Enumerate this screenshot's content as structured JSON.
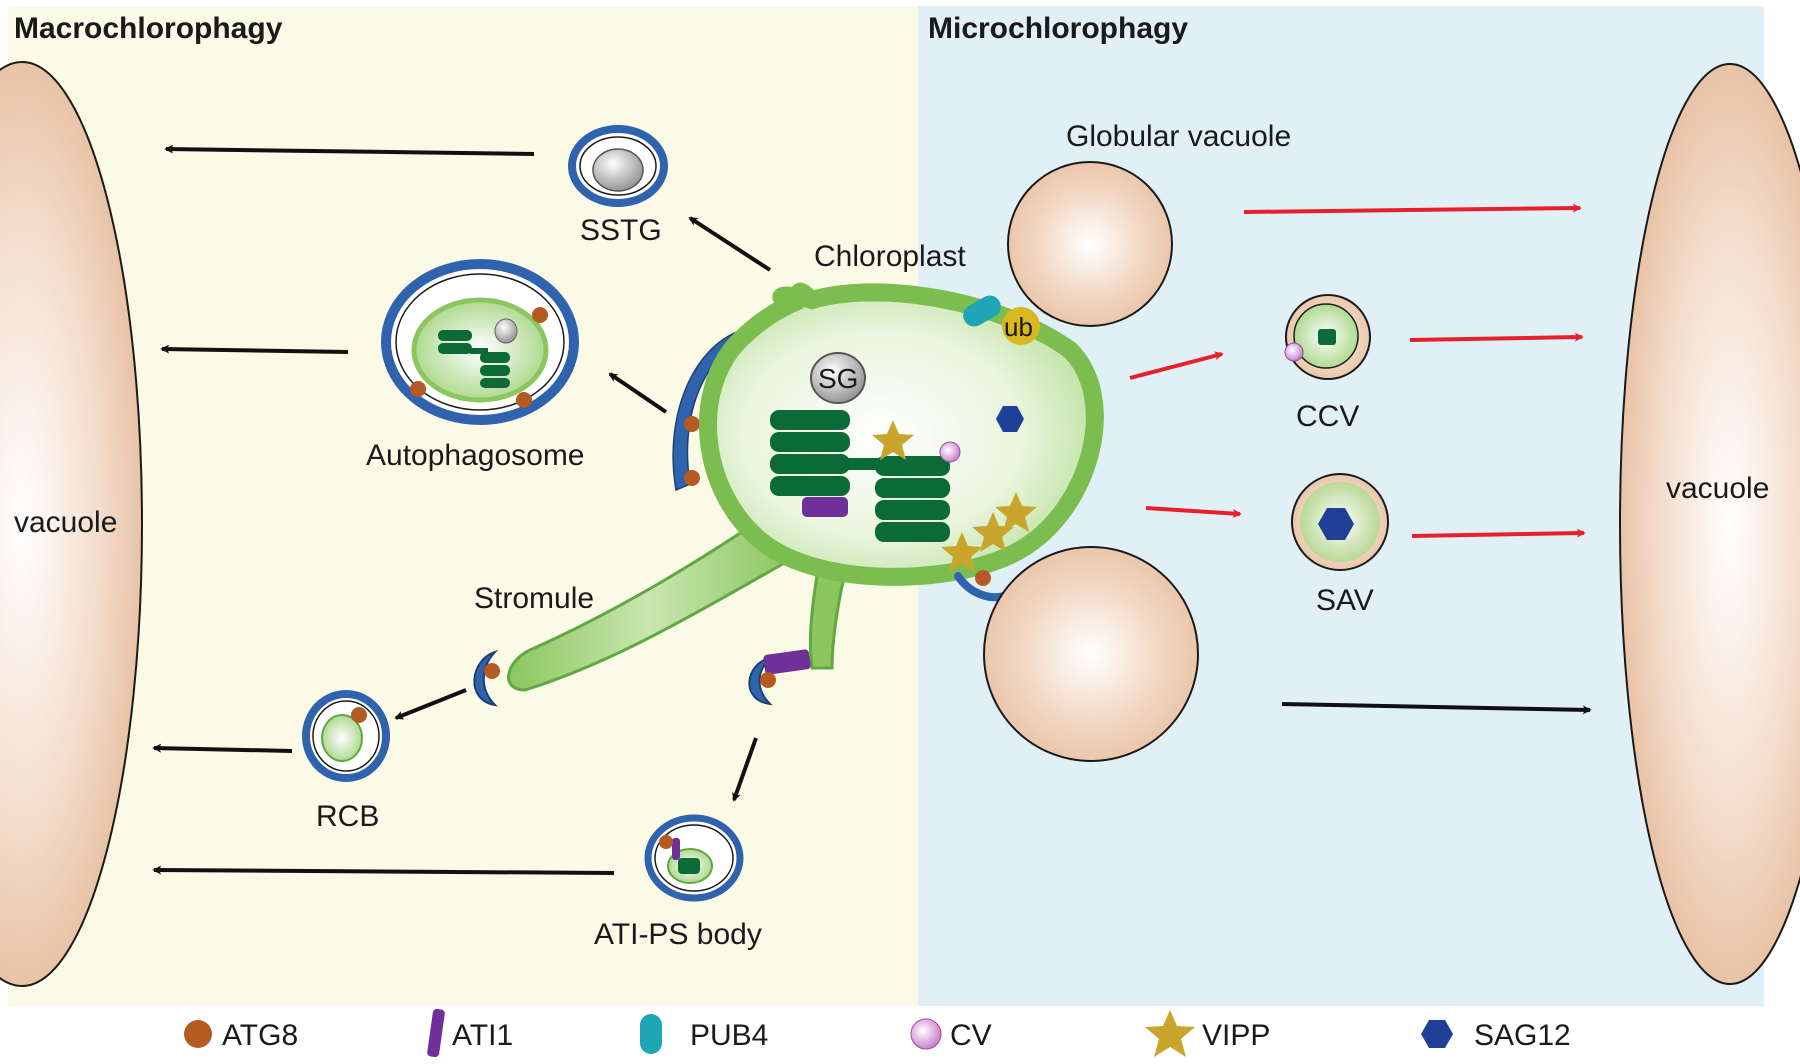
{
  "panels": {
    "left_title": "Macrochlorophagy",
    "right_title": "Microchlorophagy"
  },
  "labels": {
    "vacuole_left": "vacuole",
    "vacuole_right": "vacuole",
    "sstg": "SSTG",
    "autophagosome": "Autophagosome",
    "chloroplast": "Chloroplast",
    "sg": "SG",
    "ub": "ub",
    "stromule": "Stromule",
    "rcb": "RCB",
    "ati_ps_body": "ATI-PS body",
    "globular_vacuole": "Globular vacuole",
    "ccv": "CCV",
    "sav": "SAV"
  },
  "legend": [
    {
      "key": "atg8",
      "label": "ATG8"
    },
    {
      "key": "ati1",
      "label": "ATI1"
    },
    {
      "key": "pub4",
      "label": "PUB4"
    },
    {
      "key": "cv",
      "label": "CV"
    },
    {
      "key": "vipp",
      "label": "VIPP"
    },
    {
      "key": "sag12",
      "label": "SAG12"
    }
  ],
  "colors": {
    "left_bg": "#fbfae6",
    "right_bg": "#e1f0f6",
    "vacuole": "#ecc9ae",
    "membrane_blue": "#2f63ad",
    "chloroplast_green": "#8cc65e",
    "thylakoid": "#0c6a37",
    "atg8": "#b55a22",
    "ati1": "#70309a",
    "pub4": "#1fa6b4",
    "cv": "#c870c8",
    "vipp": "#c9a52d",
    "sag12": "#203f96",
    "ub": "#d8b820",
    "arrow_red": "#e8202a",
    "arrow_black": "#111111"
  }
}
